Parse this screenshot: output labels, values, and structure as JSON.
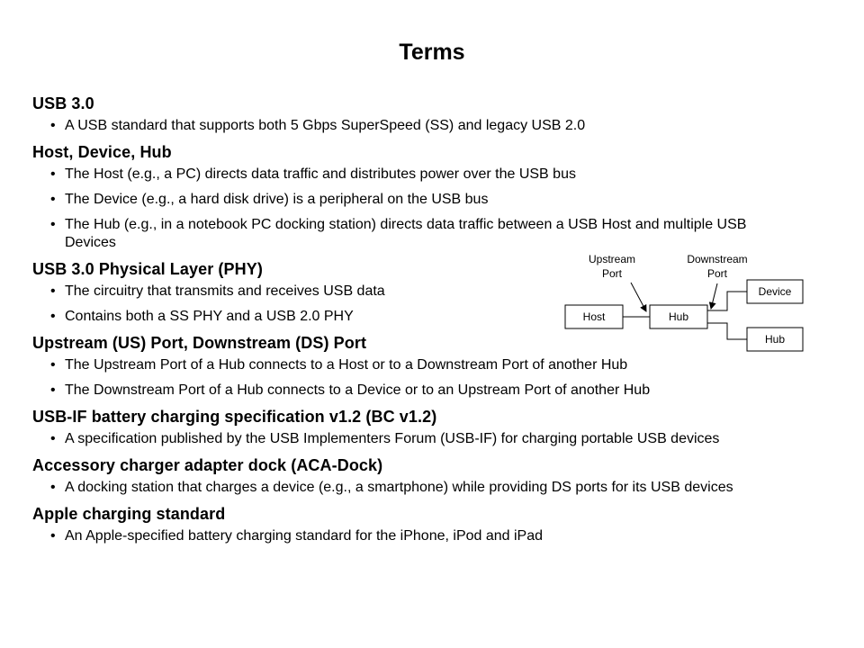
{
  "title": "Terms",
  "terms": [
    {
      "heading": "USB 3.0",
      "bullets": [
        "A USB standard that supports both 5 Gbps SuperSpeed (SS) and legacy USB 2.0"
      ]
    },
    {
      "heading": "Host, Device, Hub",
      "bullets": [
        "The Host (e.g., a PC) directs data traffic and distributes power over the USB bus",
        "The Device (e.g., a hard disk drive) is a peripheral on the USB bus",
        "The Hub (e.g., in a notebook PC docking station) directs data traffic between a USB Host and multiple USB Devices"
      ]
    },
    {
      "heading": "USB 3.0 Physical Layer (PHY)",
      "bullets": [
        "The circuitry that transmits and receives USB data",
        "Contains both a SS PHY and a USB 2.0 PHY"
      ]
    },
    {
      "heading": "Upstream (US) Port, Downstream (DS) Port",
      "bullets": [
        "The Upstream Port of a Hub connects to a Host or to a Downstream Port of another Hub",
        "The Downstream Port of a Hub connects to a Device or to an Upstream Port of another Hub"
      ]
    },
    {
      "heading": "USB-IF battery charging specification v1.2 (BC v1.2)",
      "bullets": [
        "A specification published by the USB Implementers Forum (USB-IF) for charging portable USB devices"
      ]
    },
    {
      "heading": "Accessory charger adapter dock (ACA-Dock)",
      "bullets": [
        "A docking station that charges a device (e.g., a smartphone) while providing DS ports for its USB devices"
      ]
    },
    {
      "heading": "Apple charging standard",
      "bullets": [
        "An Apple-specified battery charging standard for the iPhone, iPod and iPad"
      ]
    }
  ],
  "diagram": {
    "host_label": "Host",
    "hub_label": "Hub",
    "device_label": "Device",
    "hub2_label": "Hub",
    "upstream_line1": "Upstream",
    "upstream_line2": "Port",
    "downstream_line1": "Downstream",
    "downstream_line2": "Port"
  }
}
